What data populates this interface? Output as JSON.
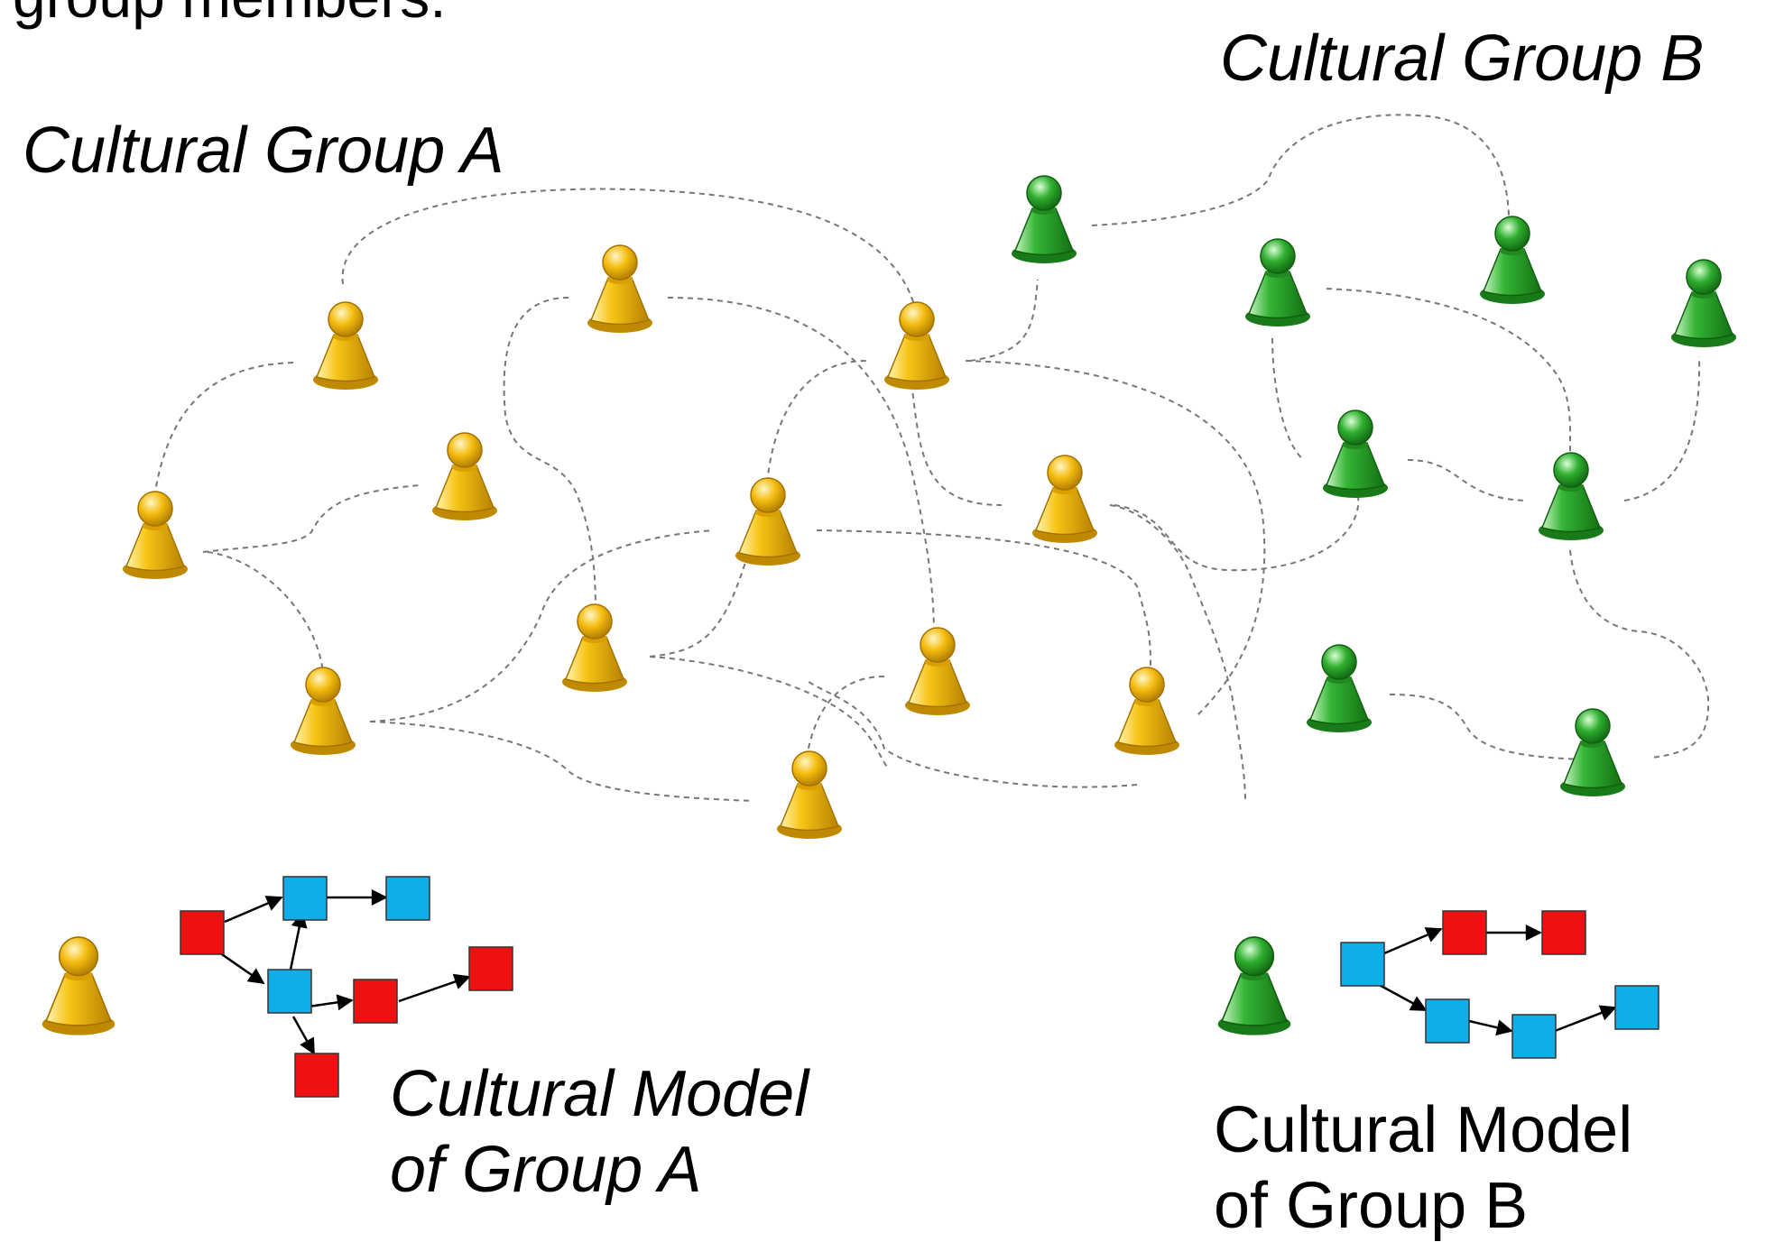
{
  "texts": {
    "top_fragment": "group members.",
    "group_a_title": "Cultural Group  A",
    "group_b_title": "Cultural Group  B",
    "model_a_line1": "Cultural Model",
    "model_a_line2": "of Group  A",
    "model_b_line1": "Cultural Model",
    "model_b_line2": "of Group  B"
  },
  "colors": {
    "group_a_pawn": "#f2b705",
    "group_b_pawn": "#2ea42e",
    "node_red": "#ee1111",
    "node_blue": "#10aee8",
    "link_dashed": "#777777",
    "arrow": "#000000"
  },
  "icons": [
    "pawn-icon"
  ]
}
